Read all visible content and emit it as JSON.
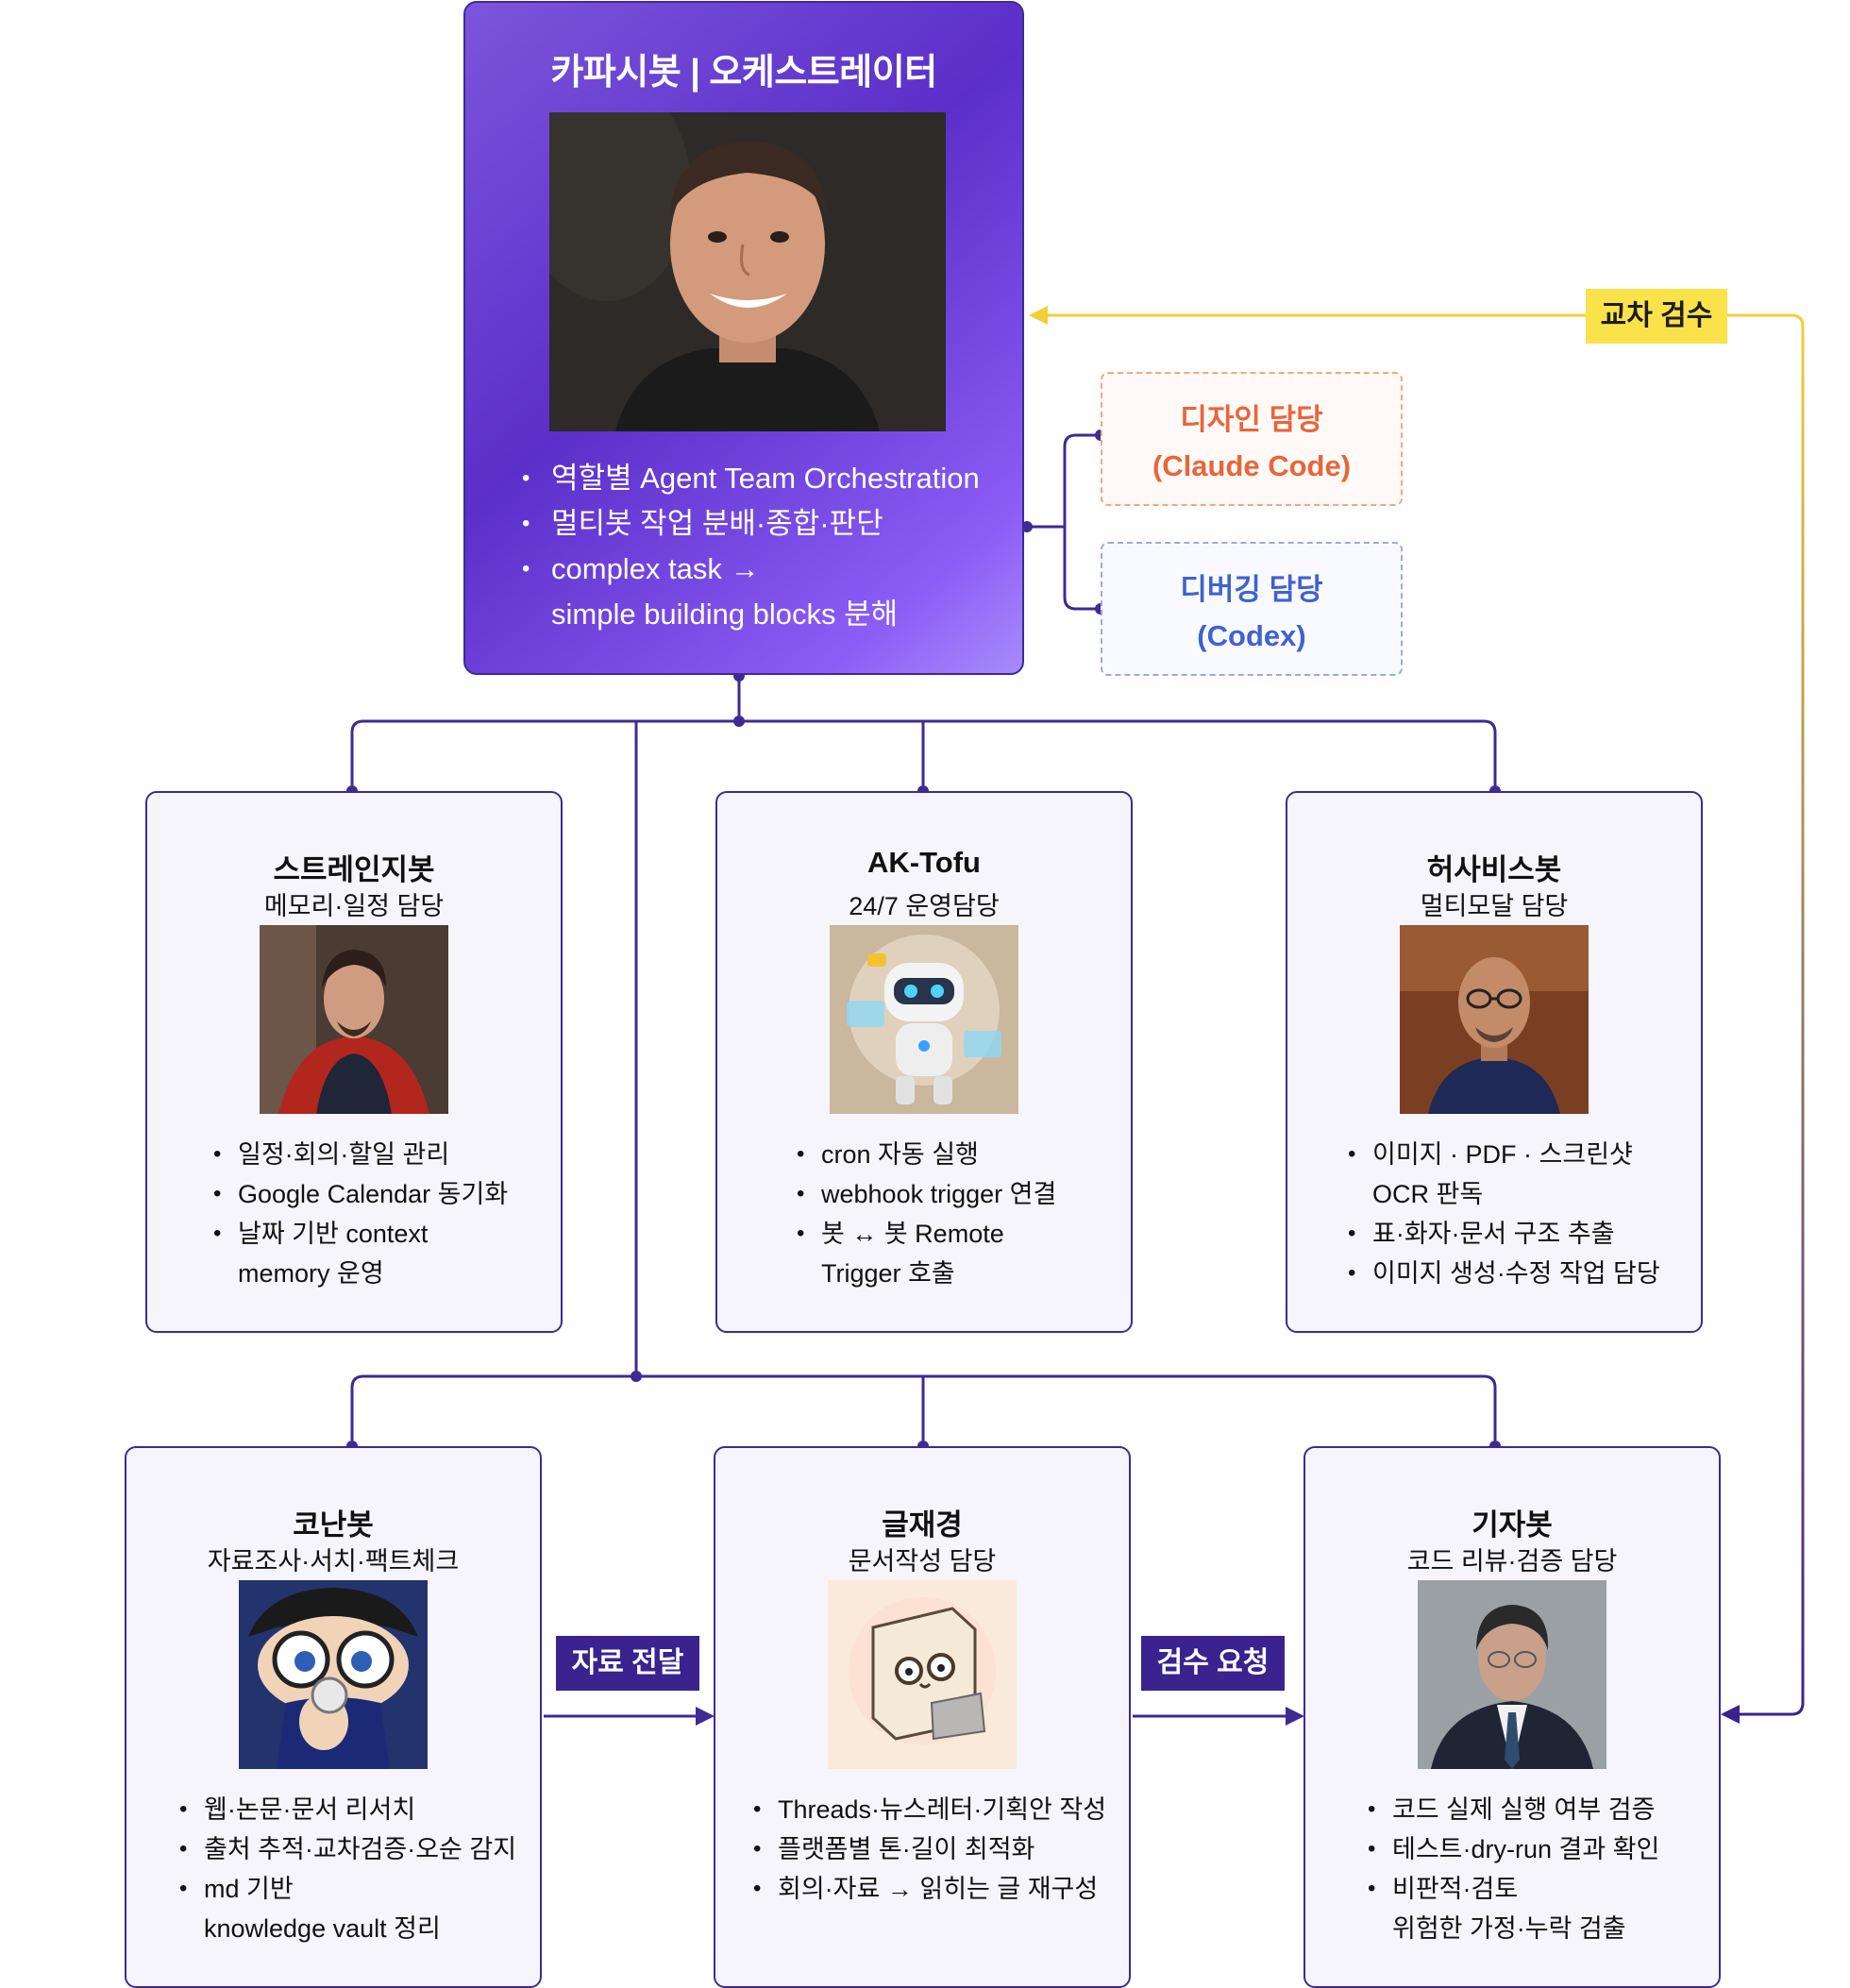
{
  "orchestrator": {
    "title": "카파시봇 | 오케스트레이터",
    "bullets": [
      {
        "line1": "역할별 Agent Team Orchestration"
      },
      {
        "line1": "멀티봇 작업 분배·종합·판단"
      },
      {
        "line1": "complex task →",
        "line2": "simple building blocks 분해"
      }
    ]
  },
  "side_boxes": {
    "design": {
      "line1": "디자인 담당",
      "line2": "(Claude Code)"
    },
    "debug": {
      "line1": "디버깅 담당",
      "line2": "(Codex)"
    }
  },
  "labels": {
    "cross_review": "교차 검수",
    "data_transfer": "자료 전달",
    "review_request": "검수 요청"
  },
  "bots": {
    "strange": {
      "name": "스트레인지봇",
      "role": "메모리·일정 담당",
      "bullets": [
        {
          "line1": "일정·회의·할일 관리"
        },
        {
          "line1": "Google Calendar 동기화"
        },
        {
          "line1": "날짜 기반 context",
          "line2": "memory 운영"
        }
      ]
    },
    "tofu": {
      "name": "AK-Tofu",
      "role": "24/7 운영담당",
      "bullets": [
        {
          "line1": "cron 자동 실행"
        },
        {
          "line1": "webhook trigger 연결"
        },
        {
          "line1": "봇 ↔ 봇 Remote",
          "line2": "Trigger 호출"
        }
      ]
    },
    "jarvis": {
      "name": "허사비스봇",
      "role": "멀티모달 담당",
      "bullets": [
        {
          "line1": "이미지 · PDF · 스크린샷",
          "line2": "OCR 판독"
        },
        {
          "line1": "표·화자·문서 구조 추출"
        },
        {
          "line1": "이미지 생성·수정 작업 담당"
        }
      ]
    },
    "conan": {
      "name": "코난봇",
      "role": "자료조사·서치·팩트체크",
      "bullets": [
        {
          "line1": "웹·논문·문서 리서치"
        },
        {
          "line1": "출처 추적·교차검증·오순 감지"
        },
        {
          "line1": "md 기반",
          "line2": "knowledge vault 정리"
        }
      ]
    },
    "writer": {
      "name": "글재경",
      "role": "문서작성 담당",
      "bullets": [
        {
          "line1": "Threads·뉴스레터·기획안 작성"
        },
        {
          "line1": "플랫폼별 톤·길이 최적화"
        },
        {
          "line1": "회의·자료 → 읽히는 글 재구성"
        }
      ]
    },
    "reporter": {
      "name": "기자봇",
      "role": "코드 리뷰·검증 담당",
      "bullets": [
        {
          "line1": "코드 실제 실행 여부 검증"
        },
        {
          "line1": "테스트·dry-run 결과 확인"
        },
        {
          "line1": "비판적·검토",
          "line2": "위험한 가정·누락 검출"
        }
      ]
    }
  },
  "colors": {
    "connector": "#3f2a93",
    "cross_review_line": "#f2cf36",
    "design_accent": "#e8653a",
    "debug_accent": "#4062cf",
    "card_background": "#f7f5fc"
  }
}
